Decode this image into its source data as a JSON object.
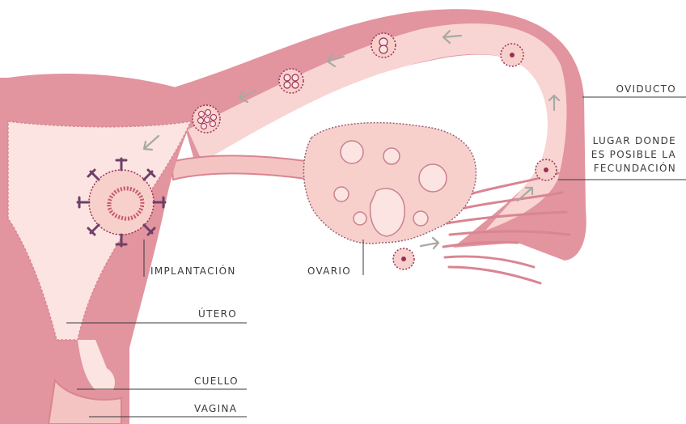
{
  "labels": {
    "oviducto": "OVIDUCTO",
    "fecundacion_1": "LUGAR DONDE",
    "fecundacion_2": "ES POSIBLE LA",
    "fecundacion_3": "FECUNDACIÓN",
    "implantacion": "IMPLANTACIÓN",
    "ovario": "OVARIO",
    "utero": "ÚTERO",
    "cuello": "CUELLO",
    "vagina": "VAGINA"
  },
  "colors": {
    "wall": "#e2949f",
    "wall_dark": "#d07e8c",
    "lumen": "#fbe4e1",
    "tube_fill": "#f8d5d3",
    "ovary": "#f7d0cc",
    "cell_outline": "#9a2f55",
    "implant": "#6e4069",
    "arrow": "#a8aaa2",
    "leader": "#3a3a3a"
  }
}
